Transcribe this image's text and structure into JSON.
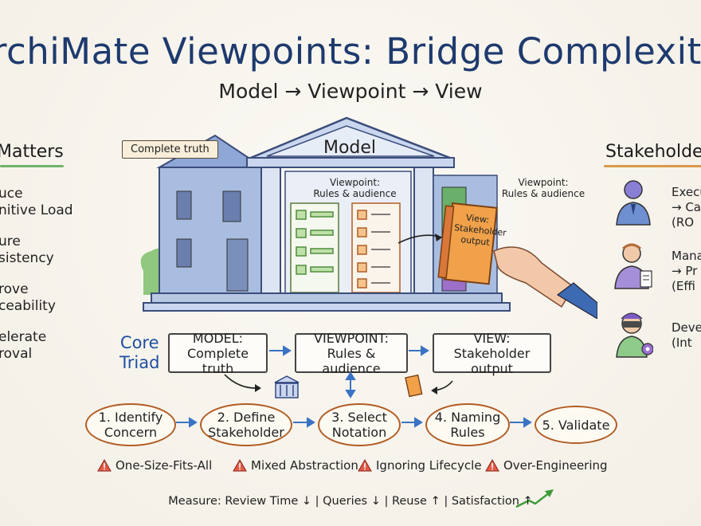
{
  "title": "rchiMate Viewpoints: Bridge Complexity to Cla",
  "subtitle": "Model → Viewpoint → View",
  "left_panel": {
    "heading": "Matters",
    "items": [
      "uce\nnitive Load",
      "ure\nsistency",
      "rove\nceability",
      "elerate\nroval"
    ]
  },
  "right_panel": {
    "heading": "Stakeholder",
    "items": [
      "Execu\n→ Ca\n(RO",
      "Mana\n→ Pr\n(Effi",
      "Devel\n(Int"
    ]
  },
  "illustration": {
    "building_label": "Model",
    "complete_truth_tag": "Complete truth",
    "viewpoint_board_label": "Viewpoint:\nRules & audience",
    "viewpoint_side_label": "Viewpoint:\nRules & audience",
    "book_label": "View:\nStakeholder\noutput"
  },
  "core_triad": {
    "label": "Core\nTriad",
    "boxes": [
      {
        "title": "MODEL:",
        "text": "Complete truth"
      },
      {
        "title": "VIEWPOINT:",
        "text": "Rules & audience"
      },
      {
        "title": "VIEW:",
        "text": "Stakeholder output"
      }
    ]
  },
  "steps": [
    "1. Identify\nConcern",
    "2. Define\nStakeholder",
    "3. Select\nNotation",
    "4. Naming\nRules",
    "5. Validate"
  ],
  "pitfalls": [
    "One-Size-Fits-All",
    "Mixed Abstraction",
    "Ignoring Lifecycle",
    "Over-Engineering"
  ],
  "measure": "Measure: Review Time ↓ | Queries ↓ | Reuse ↑ | Satisfaction ↑",
  "colors": {
    "title": "#1e3a6e",
    "core": "#1e4fa0",
    "oval_border": "#b25d25",
    "arrow": "#3a73c4",
    "warning": "#d9483b",
    "trend": "#3f9b3a"
  }
}
